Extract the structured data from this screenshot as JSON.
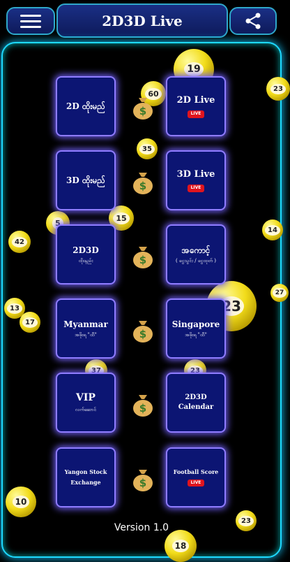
{
  "header": {
    "title": "2D3D Live",
    "menu_icon": "hamburger-menu-icon",
    "share_icon": "share-icon"
  },
  "tiles": [
    {
      "main": "2D ထိုးမည်",
      "sub": "",
      "live": ""
    },
    {
      "main": "2D Live",
      "sub": "",
      "live": "LIVE"
    },
    {
      "main": "3D ထိုးမည်",
      "sub": "",
      "live": ""
    },
    {
      "main": "3D Live",
      "sub": "",
      "live": "LIVE"
    },
    {
      "main": "2D3D",
      "sub": "ထိုးနည်း",
      "live": ""
    },
    {
      "main": "အကောင့်",
      "sub": "( ငွေသွင်း / ငွေထုတ် )",
      "live": ""
    },
    {
      "main": "Myanmar",
      "sub": "အဖိုးရ \"ထီ\"",
      "live": ""
    },
    {
      "main": "Singapore",
      "sub": "အဖိုးရ \"ထီ\"",
      "live": ""
    },
    {
      "main": "VIP",
      "sub": "လက်ဆောင်",
      "live": ""
    },
    {
      "main": "2D3D",
      "sub": "Calendar",
      "live": ""
    },
    {
      "main": "Yangon Stock",
      "sub": "Exchange",
      "live": ""
    },
    {
      "main": "Football Score",
      "sub": "",
      "live": "LIVE"
    }
  ],
  "balls": [
    "19",
    "60",
    "35",
    "23",
    "42",
    "13",
    "17",
    "23",
    "5",
    "15",
    "14",
    "27",
    "37",
    "23",
    "10",
    "23",
    "18"
  ],
  "colors": {
    "accent": "#1ed9ff",
    "tile": "#0c1573",
    "tile_border": "#8f7cff",
    "live": "#e0141e"
  },
  "footer": {
    "version": "Version 1.0"
  }
}
